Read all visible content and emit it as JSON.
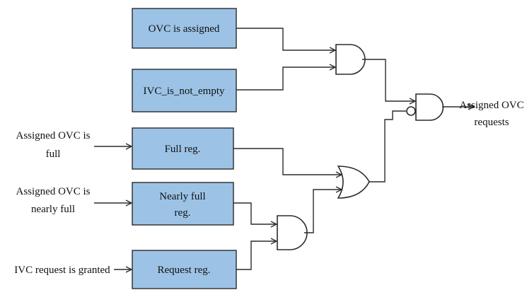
{
  "diagram": {
    "blocks": {
      "ovc_assigned": "OVC is assigned",
      "ivc_not_empty": "IVC_is_not_empty",
      "full_reg": "Full reg.",
      "nearly_full_reg_line1": "Nearly full",
      "nearly_full_reg_line2": "reg.",
      "request_reg": "Request reg."
    },
    "inputs": {
      "full_line1": "Assigned OVC is",
      "full_line2": "full",
      "nearly_full_line1": "Assigned OVC is",
      "nearly_full_line2": "nearly full",
      "granted": "IVC request is granted"
    },
    "output": {
      "line1": "Assigned OVC",
      "line2": "requests"
    }
  }
}
